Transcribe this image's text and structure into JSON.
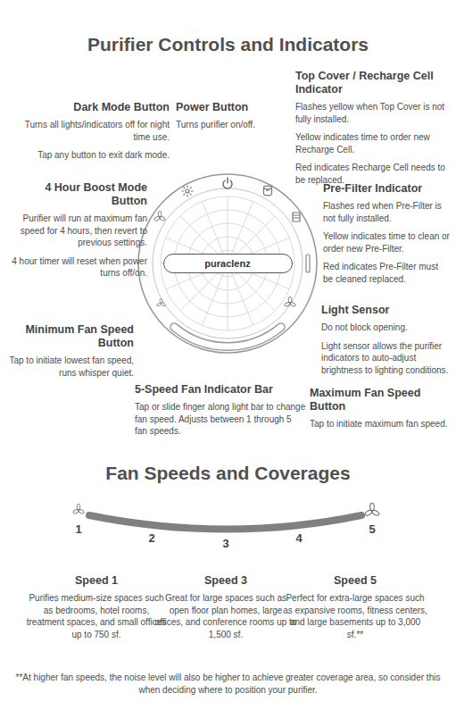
{
  "diagram": {
    "title": "Purifier Controls and Indicators",
    "nodes": [
      {
        "text": [
          "puraclenz"
        ]
      }
    ],
    "labels": [
      "Dark Mode Button",
      "Turns all lights/indicators off for night time use.",
      "Tap any button to exit dark mode.",
      "Power Button",
      "Turns purifier on/off.",
      "Top Cover / Recharge Cell Indicator",
      "Flashes yellow when Top Cover is not fully installed.",
      "Yellow indicates time to order new Recharge Cell.",
      "Red indicates Recharge Cell needs to be replaced.",
      "4 Hour Boost Mode Button",
      "Purifier will run at maximum fan speed for 4 hours, then revert to previous settings.",
      "4 hour timer will reset when power turns off/on.",
      "Pre-Filter Indicator",
      "Flashes red when Pre-Filter is not fully installed.",
      "Yellow indicates time to clean or order new Pre-Filter.",
      "Red indicates Pre-Filter must be cleaned replaced.",
      "Light Sensor",
      "Do not block opening.",
      "Light sensor allows the purifier indicators to auto-adjust brightness to lighting conditions.",
      "Minimum Fan Speed Button",
      "Tap to initiate lowest fan speed, runs whisper quiet.",
      "5-Speed Fan Indicator Bar",
      "Tap or slide finger along light bar to change fan speed. Adjusts between 1 through 5 fan speeds.",
      "Maximum Fan Speed Button",
      "Tap to initiate maximum fan speed.",
      "Fan Speeds and Coverages",
      "1",
      "2",
      "3",
      "4",
      "5",
      "Speed 1",
      "Purifies medium-size spaces such as bedrooms, hotel rooms, treatment spaces, and small offices up to 750 sf.",
      "Speed 3",
      "Great for large spaces such as open floor plan homes, large offices, and conference rooms up to 1,500 sf.",
      "Speed 5",
      "Perfect for extra-large spaces such as expansive rooms, fitness centers, and large basements up to 3,000 sf.**",
      "**At higher fan speeds, the noise level will also be higher to achieve greater coverage area, so consider this when deciding where to position your purifier."
    ]
  }
}
